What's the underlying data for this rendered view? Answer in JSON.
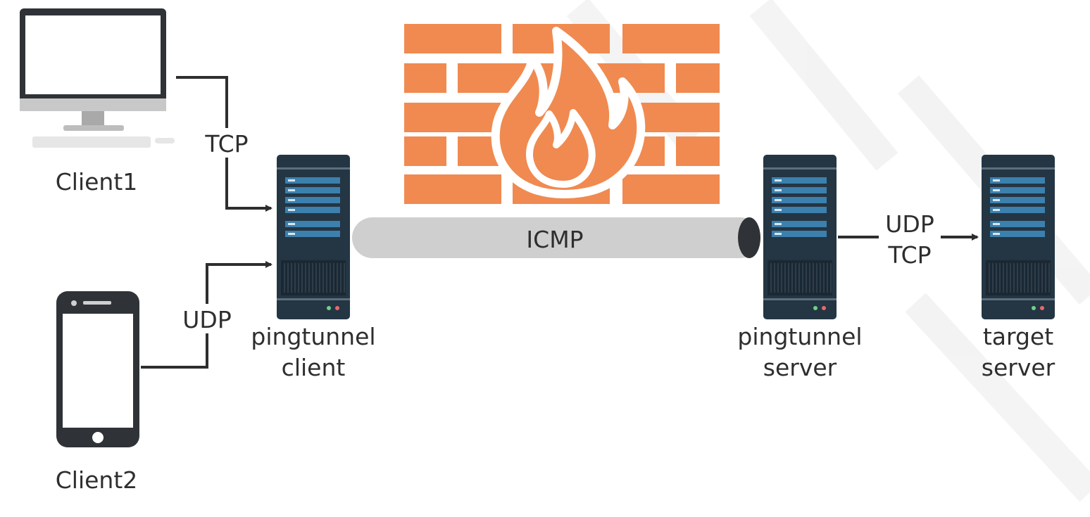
{
  "nodes": {
    "client1": "Client1",
    "client2": "Client2",
    "pt_client": [
      "pingtunnel",
      "client"
    ],
    "pt_server": [
      "pingtunnel",
      "server"
    ],
    "target": [
      "target",
      "server"
    ]
  },
  "links": {
    "client1_proto": "TCP",
    "client2_proto": "UDP",
    "tunnel_proto": "ICMP",
    "server_target_proto": [
      "UDP",
      "TCP"
    ]
  },
  "colors": {
    "firewall_brick": "#f08a50",
    "tunnel": "#cfcfcf",
    "server_body": "#243543",
    "server_slot": "#3c80ad",
    "device": "#2f3338",
    "text": "#2e2e2e"
  },
  "icons": [
    "desktop-computer-icon",
    "smartphone-icon",
    "firewall-icon",
    "server-icon"
  ]
}
